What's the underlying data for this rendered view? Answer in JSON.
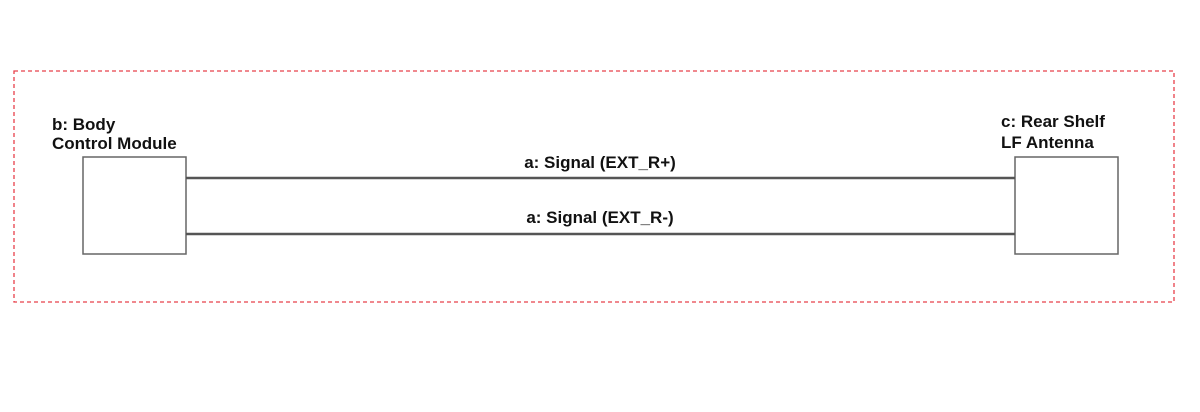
{
  "components": {
    "bcm": {
      "label_line1": "b: Body",
      "label_line2": "Control Module"
    },
    "antenna": {
      "label_line1": "c: Rear Shelf",
      "label_line2": "LF Antenna"
    }
  },
  "wires": [
    {
      "label": "a: Signal (EXT_R+)"
    },
    {
      "label": "a: Signal (EXT_R-)"
    }
  ],
  "colors": {
    "border_dashed": "#e8404a",
    "wire": "#555555",
    "box_stroke": "#666666",
    "text": "#111111"
  }
}
